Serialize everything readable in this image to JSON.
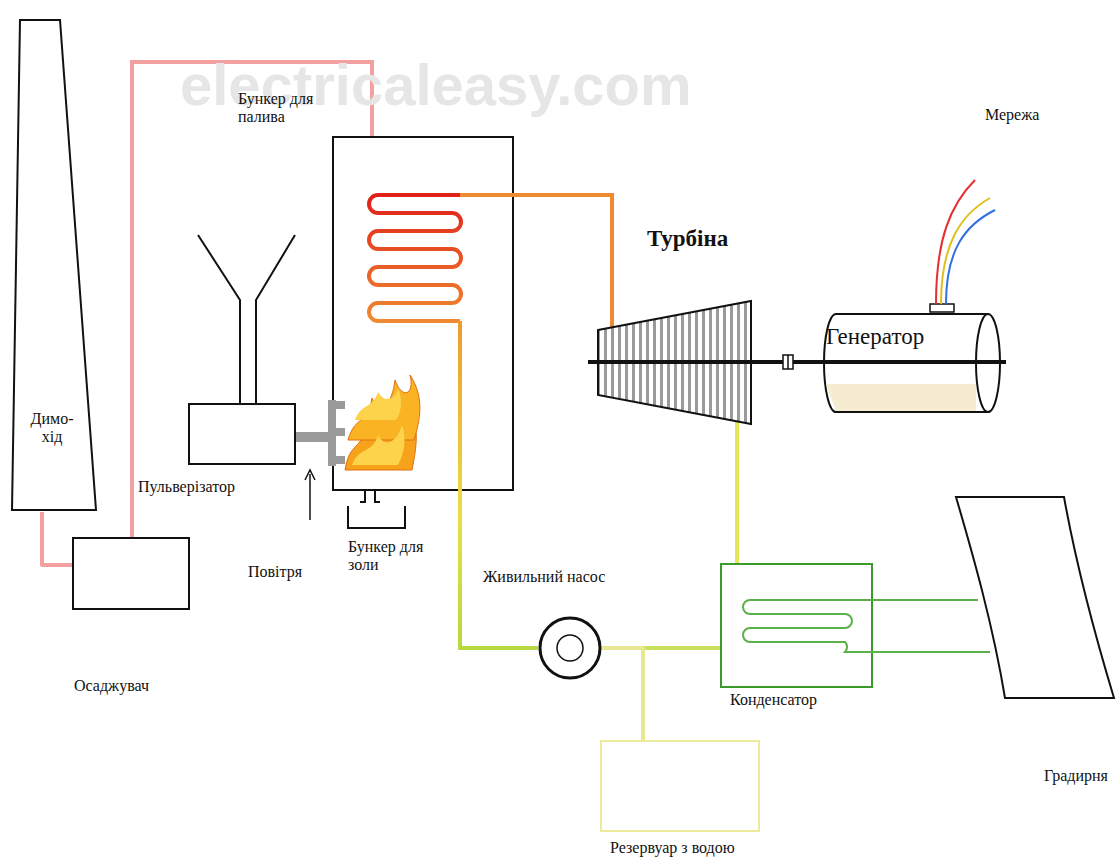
{
  "diagram": {
    "nodes": [
      {
        "text": [
          "Турбіна"
        ]
      },
      {
        "text": [
          "Генератор"
        ]
      },
      {
        "text": [
          "Димо-хід"
        ]
      },
      {
        "text": [
          "Пульверізатор"
        ]
      },
      {
        "text": [
          "Осаджувач"
        ]
      },
      {
        "text": [
          "Живильний насос"
        ]
      },
      {
        "text": [
          "Конденсатор"
        ]
      },
      {
        "text": [
          "Градирня"
        ]
      },
      {
        "text": [
          "Резервуар з водою"
        ]
      }
    ],
    "edges": [
      {
        "from": 2,
        "to": 4,
        "arrow": "none"
      },
      {
        "from": 0,
        "to": 6,
        "arrow": "none"
      },
      {
        "from": 5,
        "to": 6,
        "arrow": "none"
      },
      {
        "from": 8,
        "to": 5,
        "arrow": "none"
      },
      {
        "from": 6,
        "to": 7,
        "arrow": "none"
      },
      {
        "from": 6,
        "to": 7,
        "arrow": "none"
      },
      {
        "from": 0,
        "to": 1,
        "arrow": "none"
      }
    ],
    "labels": [
      "electricaleasy.com",
      "Бункер для палива",
      "Мережа",
      "Повітря",
      "Бункер для золи"
    ]
  }
}
